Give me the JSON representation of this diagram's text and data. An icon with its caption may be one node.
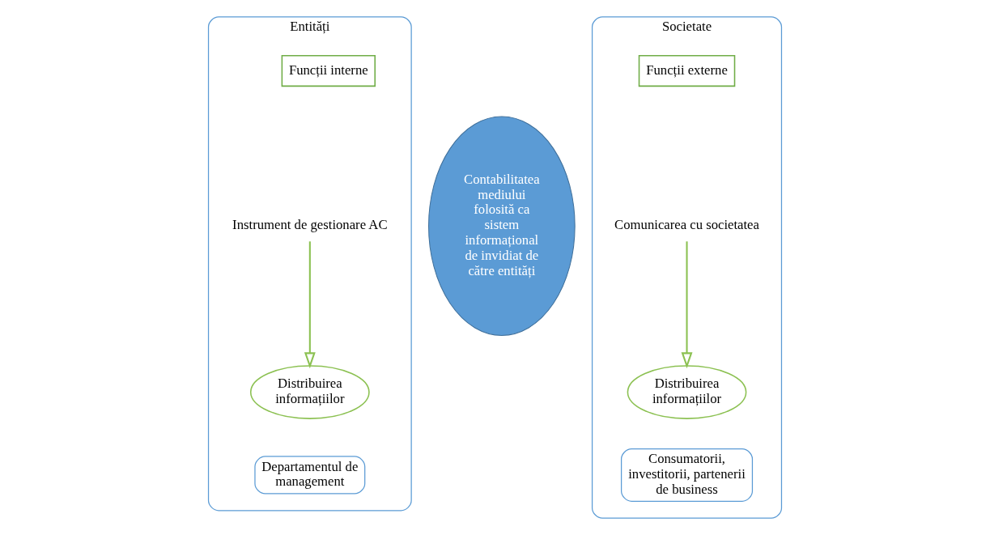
{
  "diagram": {
    "nodes": [
      {
        "text": [
          "Entități"
        ]
      },
      {
        "text": [
          "Funcții interne"
        ],
        "in": 0
      },
      {
        "text": [
          "Instrument de gestionare AC"
        ],
        "in": 0
      },
      {
        "text": [
          "Distribuirea informațiilor"
        ],
        "in": 0
      },
      {
        "text": [
          "Departamentul de management"
        ],
        "in": 0
      },
      {
        "text": [
          "Contabilitatea mediului folosită ca sistem informațional de invidiat de către entități"
        ]
      },
      {
        "text": [
          "Societate"
        ]
      },
      {
        "text": [
          "Funcții externe"
        ],
        "in": 6
      },
      {
        "text": [
          "Comunicarea cu societatea"
        ],
        "in": 6
      },
      {
        "text": [
          "Distribuirea informațiilor"
        ],
        "in": 6
      },
      {
        "text": [
          "Consumatorii, investitorii, partenerii de business"
        ],
        "in": 6
      }
    ],
    "edges": [
      {
        "from": 2,
        "to": 3,
        "arrow": "to",
        "color": "#8cc152"
      },
      {
        "from": 8,
        "to": 9,
        "arrow": "to",
        "color": "#8cc152"
      }
    ]
  }
}
